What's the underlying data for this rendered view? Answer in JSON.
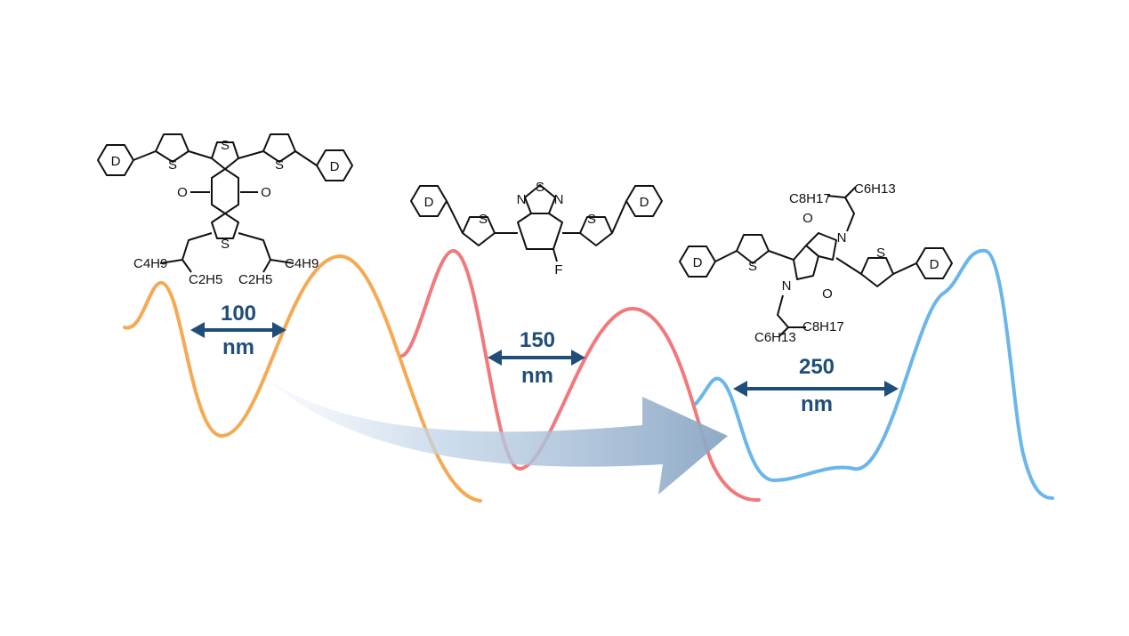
{
  "colors": {
    "orange": "#f5a040",
    "orange_fill": "#f7ad5c",
    "red": "#f06a6e",
    "red_fill": "#f07a7c",
    "blue": "#5aaee8",
    "blue_fill": "#62b3ec",
    "arrow": "#1f4e79"
  },
  "labels": {
    "donor": "D",
    "sulfur": "S",
    "oxygen": "O",
    "nitrogen": "N",
    "fluorine": "F"
  },
  "panels": [
    {
      "id": "orange",
      "gap_value": "100",
      "gap_unit": "nm",
      "substituents": {
        "a": "C4H9",
        "b": "C2H5",
        "c": "C2H5",
        "d": "C4H9"
      }
    },
    {
      "id": "red",
      "gap_value": "150",
      "gap_unit": "nm",
      "substituents": {}
    },
    {
      "id": "blue",
      "gap_value": "250",
      "gap_unit": "nm",
      "substituents": {
        "a": "C8H17",
        "b": "C6H13",
        "c": "C6H13",
        "d": "C8H17"
      }
    }
  ]
}
